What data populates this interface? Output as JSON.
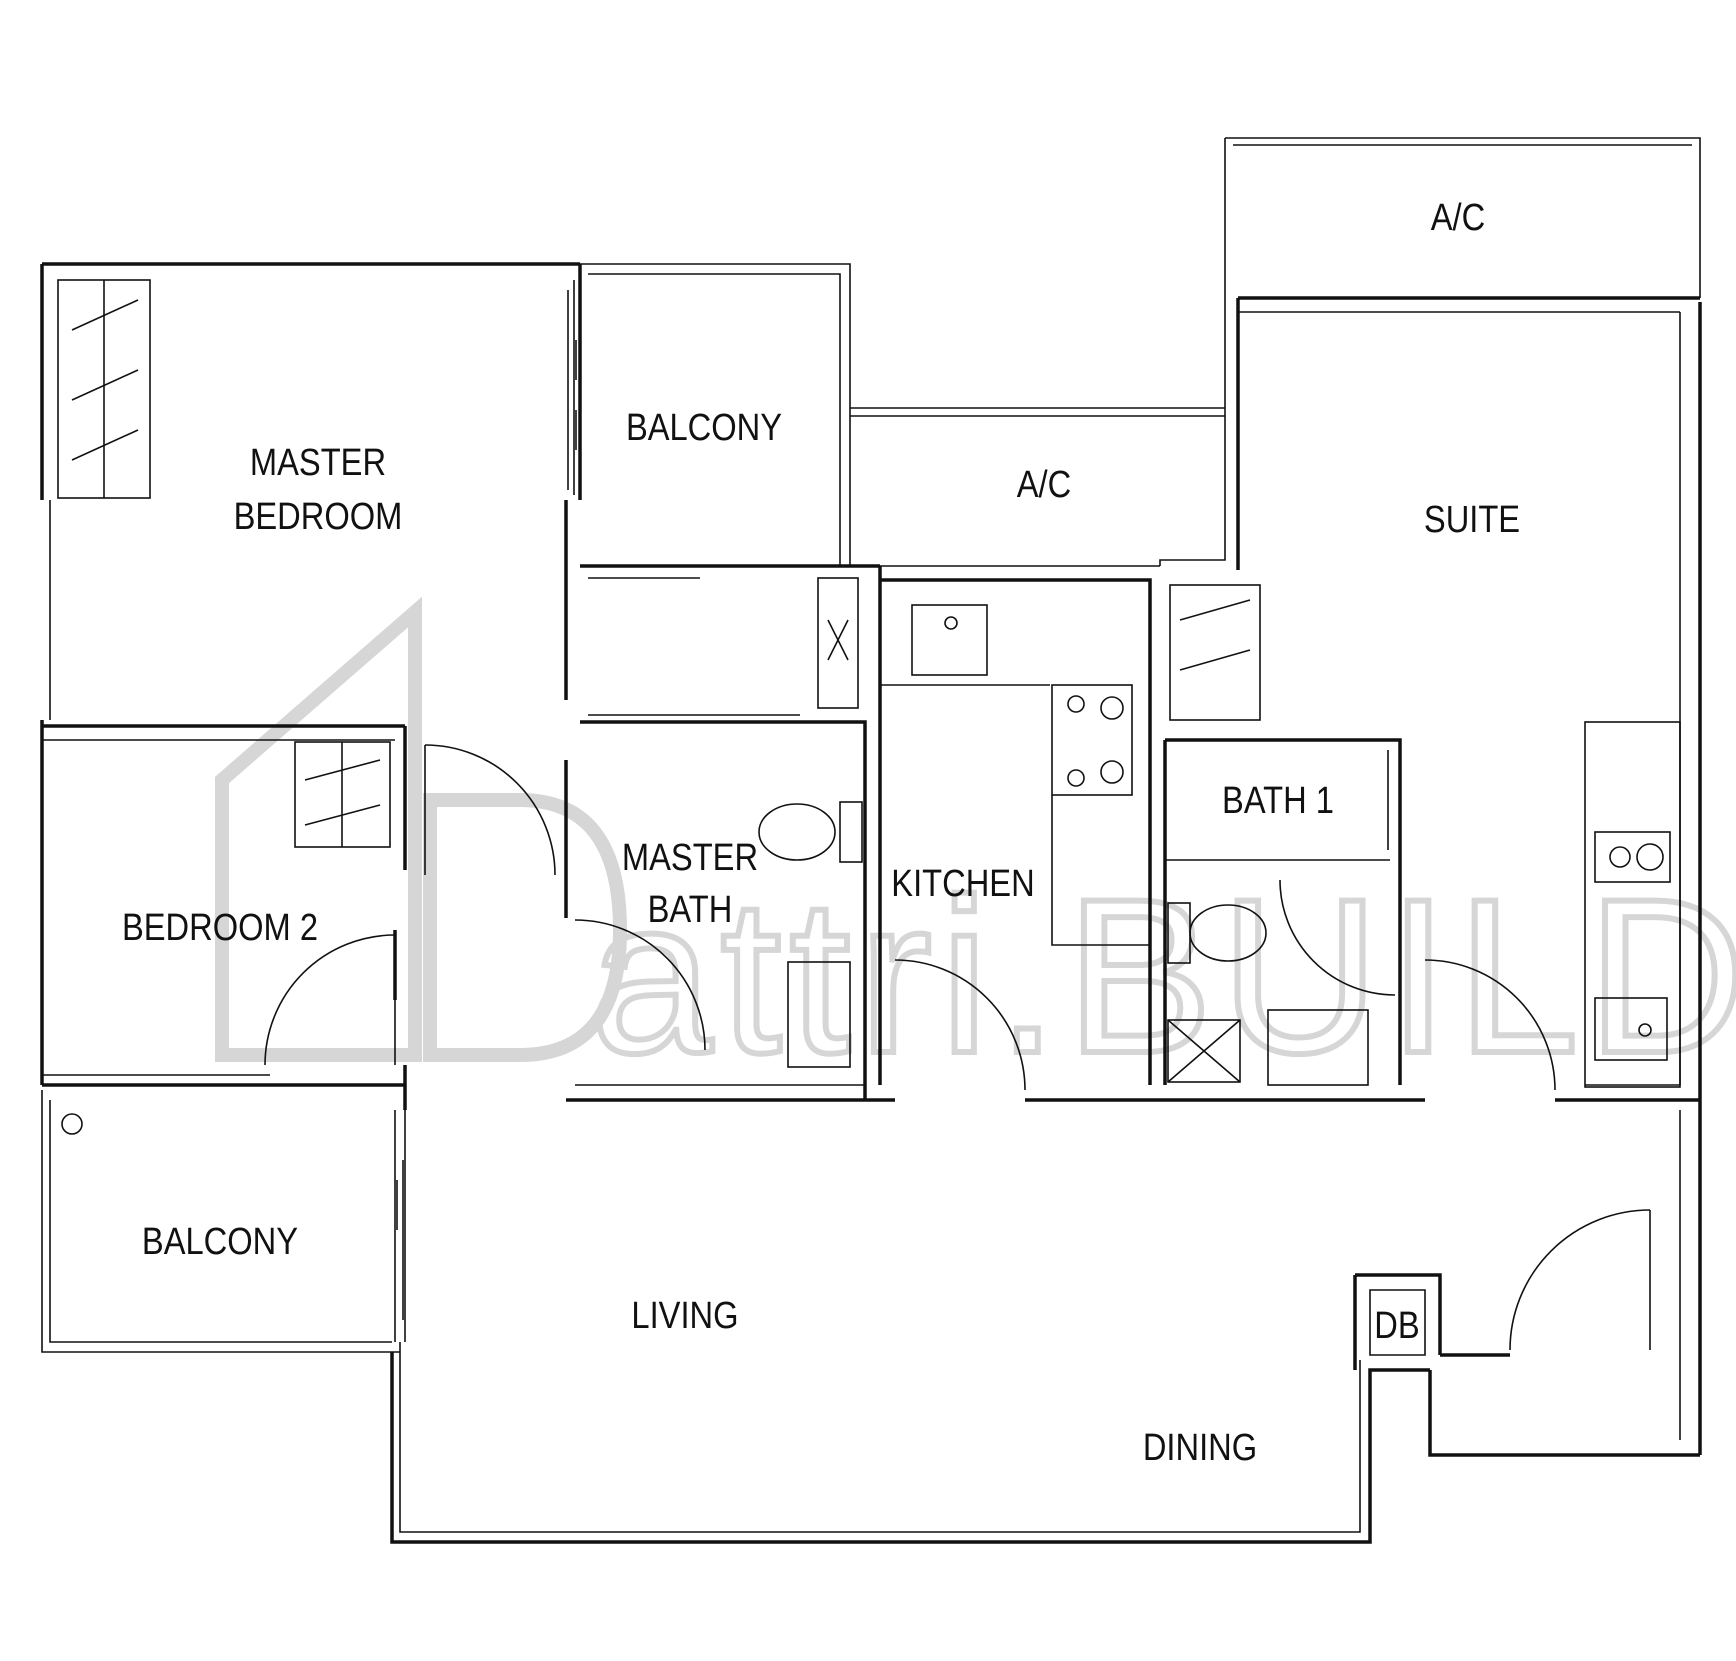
{
  "rooms": {
    "master_bedroom_line1": "MASTER",
    "master_bedroom_line2": "BEDROOM",
    "balcony_top": "BALCONY",
    "ac_middle": "A/C",
    "ac_top": "A/C",
    "suite": "SUITE",
    "bedroom2": "BEDROOM 2",
    "master_bath_line1": "MASTER",
    "master_bath_line2": "BATH",
    "kitchen": "KITCHEN",
    "bath1": "BATH 1",
    "balcony_bottom": "BALCONY",
    "living": "LIVING",
    "dining": "DINING",
    "db": "DB"
  },
  "watermark": {
    "text": "attri.BUILD",
    "letter": "D"
  },
  "colors": {
    "wall": "#111111",
    "watermark": "#d6d6d6",
    "background": "#ffffff"
  }
}
